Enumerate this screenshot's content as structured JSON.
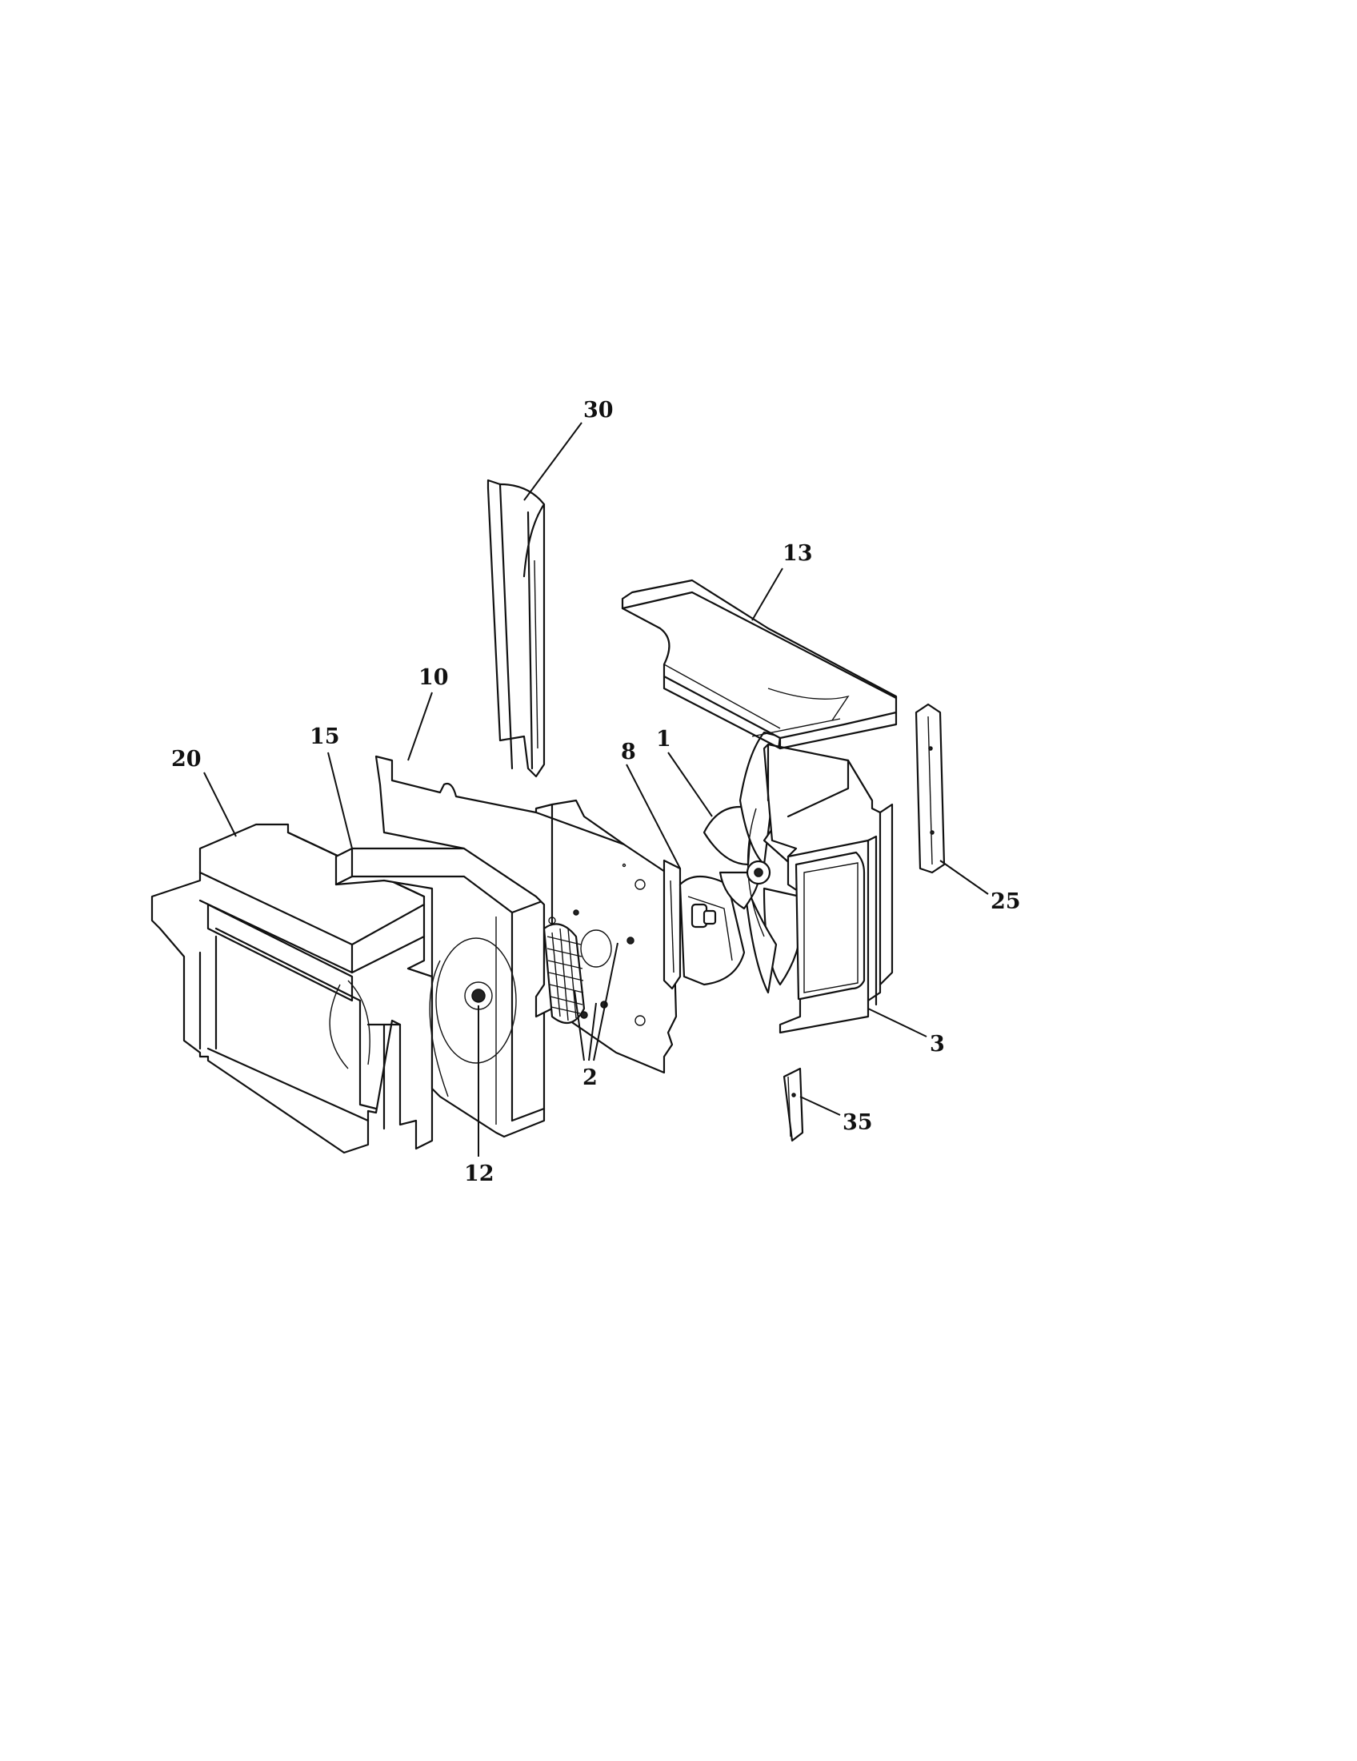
{
  "diagram": {
    "callouts": [
      {
        "id": "c30",
        "label": "30"
      },
      {
        "id": "c13",
        "label": "13"
      },
      {
        "id": "c10",
        "label": "10"
      },
      {
        "id": "c15",
        "label": "15"
      },
      {
        "id": "c20",
        "label": "20"
      },
      {
        "id": "c8",
        "label": "8"
      },
      {
        "id": "c1",
        "label": "1"
      },
      {
        "id": "c25",
        "label": "25"
      },
      {
        "id": "c3",
        "label": "3"
      },
      {
        "id": "c2",
        "label": "2"
      },
      {
        "id": "c35",
        "label": "35"
      },
      {
        "id": "c12",
        "label": "12"
      }
    ]
  }
}
